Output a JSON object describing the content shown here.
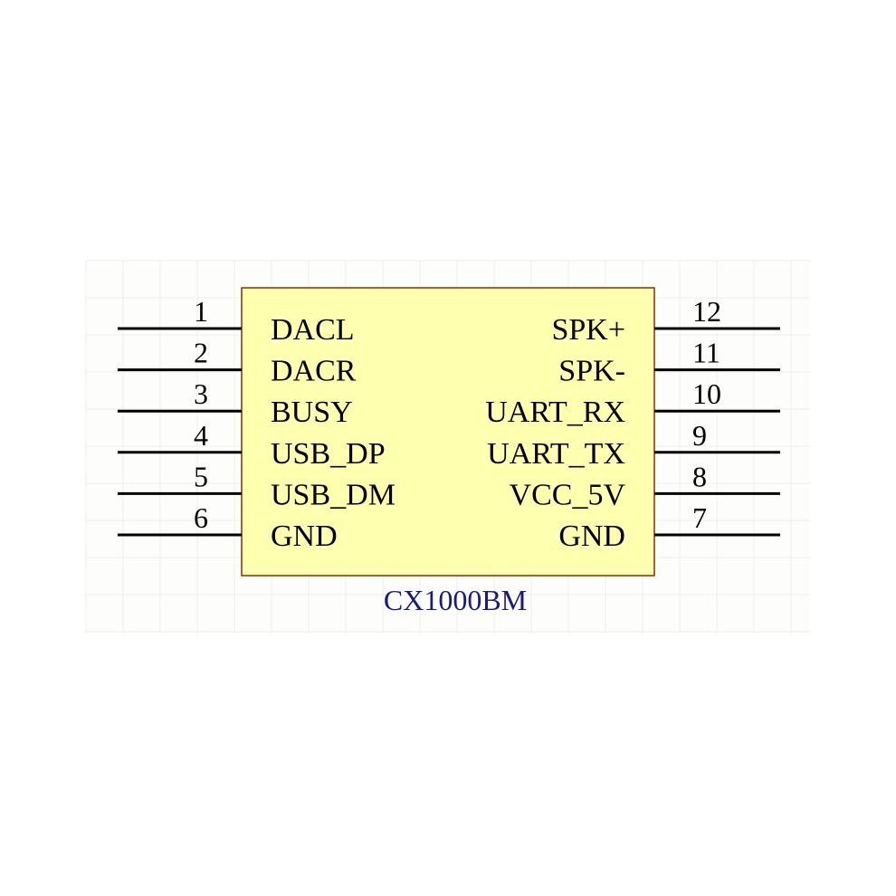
{
  "component": {
    "designator": "CX1000BM",
    "body_fill": "#FFFFB0",
    "body_stroke": "#8B2E00",
    "label_color": "#1a1a80",
    "grid_color": "#eeeeea"
  },
  "left_pins": [
    {
      "number": "1",
      "name": "DACL"
    },
    {
      "number": "2",
      "name": "DACR"
    },
    {
      "number": "3",
      "name": "BUSY"
    },
    {
      "number": "4",
      "name": "USB_DP"
    },
    {
      "number": "5",
      "name": "USB_DM"
    },
    {
      "number": "6",
      "name": "GND"
    }
  ],
  "right_pins": [
    {
      "number": "12",
      "name": "SPK+"
    },
    {
      "number": "11",
      "name": "SPK-"
    },
    {
      "number": "10",
      "name": "UART_RX"
    },
    {
      "number": "9",
      "name": "UART_TX"
    },
    {
      "number": "8",
      "name": "VCC_5V"
    },
    {
      "number": "7",
      "name": "GND"
    }
  ]
}
